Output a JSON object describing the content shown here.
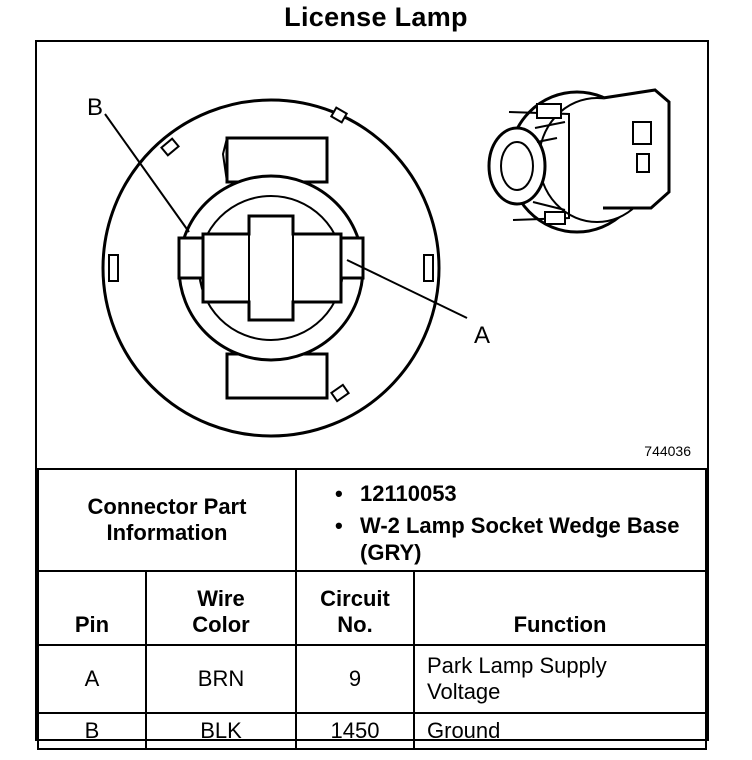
{
  "title": "License Lamp",
  "diagram": {
    "figure_id": "744036",
    "callouts": {
      "a": "A",
      "b": "B"
    }
  },
  "connector": {
    "label_line1": "Connector Part",
    "label_line2": "Information",
    "items": [
      "12110053",
      "W-2 Lamp Socket Wedge Base (GRY)"
    ],
    "bullet": "•"
  },
  "table": {
    "headers": {
      "pin": "Pin",
      "wire_line1": "Wire",
      "wire_line2": "Color",
      "circuit_line1": "Circuit",
      "circuit_line2": "No.",
      "function": "Function"
    },
    "rows": [
      {
        "pin": "A",
        "wire": "BRN",
        "circuit": "9",
        "function_line1": "Park Lamp Supply",
        "function_line2": "Voltage"
      },
      {
        "pin": "B",
        "wire": "BLK",
        "circuit": "1450",
        "function_line1": "Ground",
        "function_line2": ""
      }
    ]
  }
}
